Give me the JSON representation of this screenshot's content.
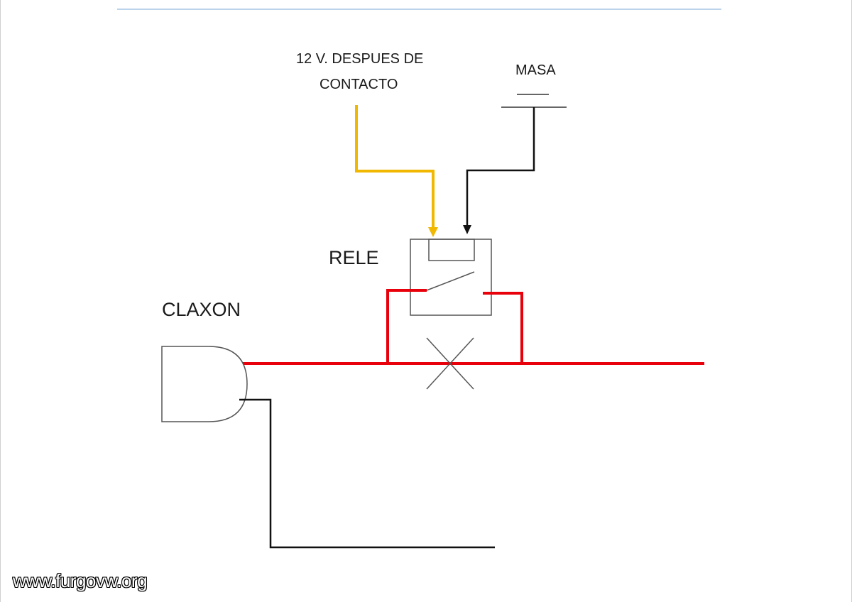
{
  "labels": {
    "supply_line1": "12 V. DESPUES DE",
    "supply_line2": "CONTACTO",
    "ground": "MASA",
    "relay": "RELE",
    "horn": "CLAXON"
  },
  "watermark": "www.furgovw.org",
  "colors": {
    "supply_wire": "#f0b800",
    "horn_wire": "#e8000b",
    "ground_wire": "#111111",
    "outline": "#555555",
    "top_rule": "#bcd3ec"
  }
}
